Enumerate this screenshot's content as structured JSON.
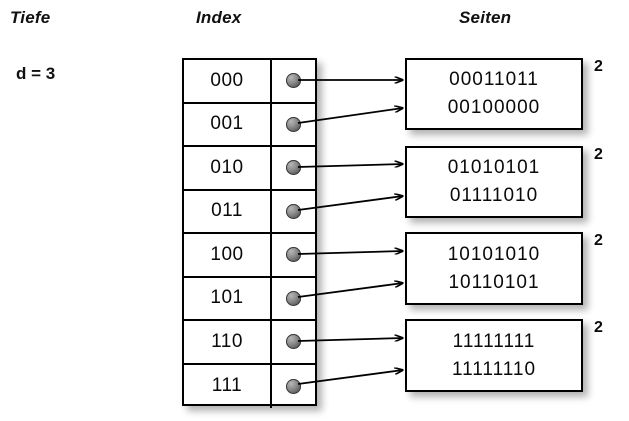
{
  "headings": {
    "depth": "Tiefe",
    "index": "Index",
    "pages": "Seiten"
  },
  "depth": {
    "label": "d = 3"
  },
  "index_table": {
    "rows": [
      {
        "key": "000",
        "pointer_icon": "filled-circle-handle",
        "target": 0
      },
      {
        "key": "001",
        "pointer_icon": "filled-circle-handle",
        "target": 0
      },
      {
        "key": "010",
        "pointer_icon": "filled-circle-handle",
        "target": 1
      },
      {
        "key": "011",
        "pointer_icon": "filled-circle-handle",
        "target": 1
      },
      {
        "key": "100",
        "pointer_icon": "filled-circle-handle",
        "target": 2
      },
      {
        "key": "101",
        "pointer_icon": "filled-circle-handle",
        "target": 2
      },
      {
        "key": "110",
        "pointer_icon": "filled-circle-handle",
        "target": 3
      },
      {
        "key": "111",
        "pointer_icon": "filled-circle-handle",
        "target": 3
      }
    ]
  },
  "pages": [
    {
      "lines": [
        "00011011",
        "00100000"
      ],
      "count": "2"
    },
    {
      "lines": [
        "01010101",
        "01111010"
      ],
      "count": "2"
    },
    {
      "lines": [
        "10101010",
        "10110101"
      ],
      "count": "2"
    },
    {
      "lines": [
        "11111111",
        "11111110"
      ],
      "count": "2"
    }
  ],
  "colors": {
    "background": "#ffffff",
    "stroke": "#000000",
    "text": "#0a0a0a",
    "pointer_dot": "#6e6e6e"
  }
}
